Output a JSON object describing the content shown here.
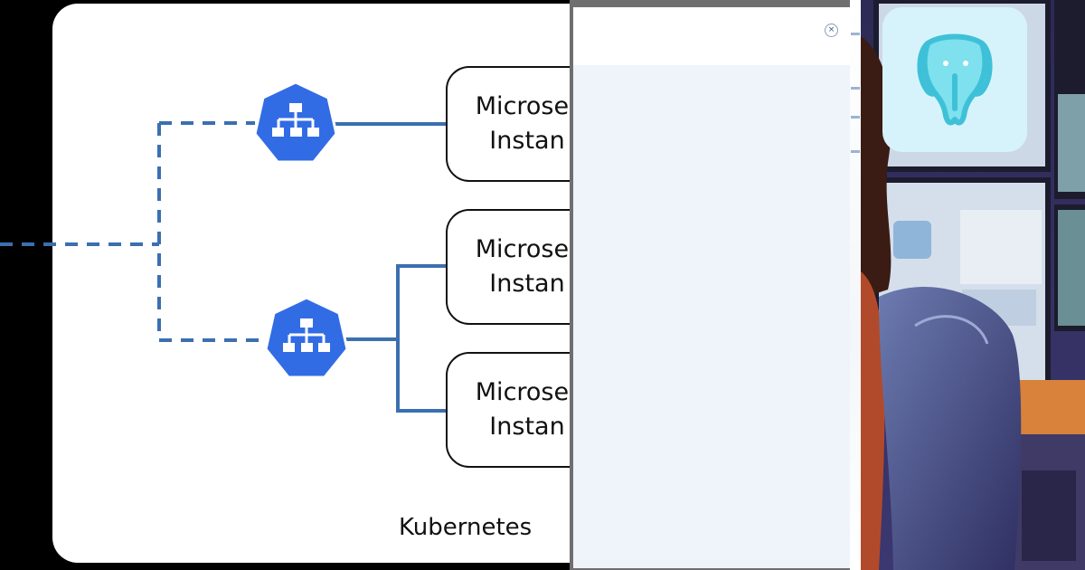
{
  "diagram": {
    "instances": [
      {
        "label": "Microser\nInstan"
      },
      {
        "label": "Microser\nInstan"
      },
      {
        "label": "Microser\nInstan"
      }
    ],
    "cluster_label": "Kubernetes",
    "service_icon": "kubernetes-service-icon",
    "colors": {
      "service_blue": "#326ce5",
      "connector_blue": "#3b6fb0",
      "card": "#ffffff",
      "background": "#000000"
    }
  },
  "modal": {
    "close_symbol": "×",
    "body_color": "#eff4fb"
  },
  "illustration": {
    "logo_icon": "postgresql-elephant-icon",
    "logo_tile_color": "#d6f3fb",
    "logo_color": "#3ec1d8"
  }
}
